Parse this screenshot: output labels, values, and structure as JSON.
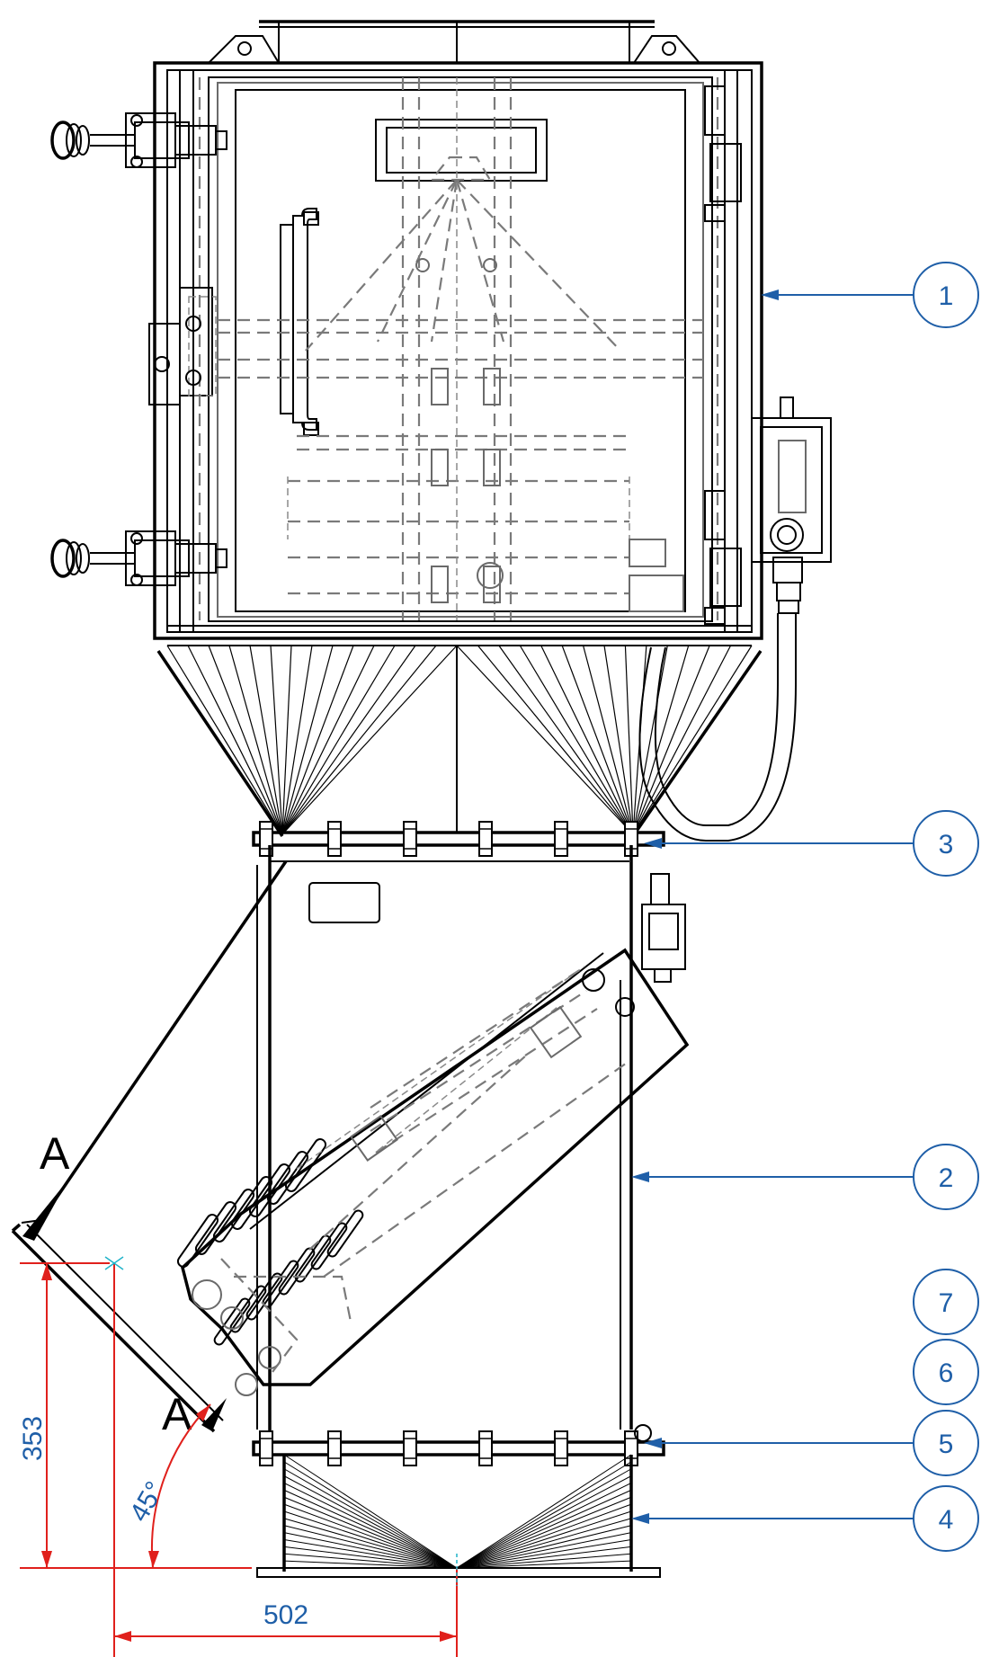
{
  "balloons": [
    {
      "label": "1"
    },
    {
      "label": "3"
    },
    {
      "label": "2"
    },
    {
      "label": "7"
    },
    {
      "label": "6"
    },
    {
      "label": "5"
    },
    {
      "label": "4"
    }
  ],
  "section": {
    "label_top": "A",
    "label_bottom": "A"
  },
  "dimensions": {
    "height": "353",
    "width": "502",
    "angle": "45°"
  },
  "colors": {
    "balloon": "#1f5fa8",
    "dimension_line": "#e0201c",
    "outline": "#000000",
    "hidden": "#7a7a7a"
  }
}
